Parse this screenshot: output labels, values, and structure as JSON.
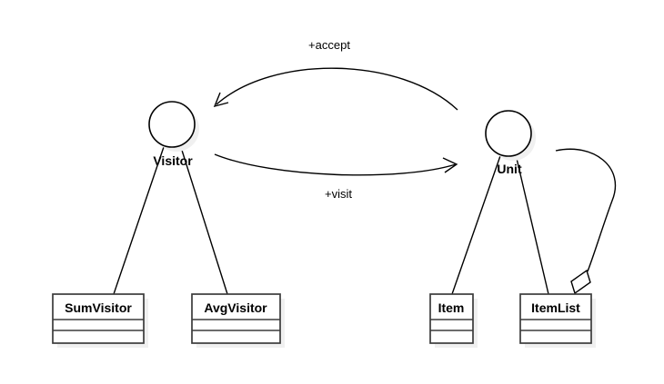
{
  "canvas": {
    "background": "#ffffff"
  },
  "colors": {
    "line_stroke": "#000000",
    "box_border": "#3b3b3b",
    "shadow": "#f0f0f0",
    "text": "#000000",
    "shape_fill": "#ffffff"
  },
  "nodes": {
    "visitor": {
      "label": "Visitor",
      "shape": "circle-interface"
    },
    "unit": {
      "label": "Unit",
      "shape": "circle-interface"
    },
    "sum_visitor": {
      "label": "SumVisitor",
      "shape": "class-box",
      "compartments": 3
    },
    "avg_visitor": {
      "label": "AvgVisitor",
      "shape": "class-box",
      "compartments": 3
    },
    "item": {
      "label": "Item",
      "shape": "class-box",
      "compartments": 3
    },
    "item_list": {
      "label": "ItemList",
      "shape": "class-box",
      "compartments": 3
    }
  },
  "edges": {
    "accept": {
      "label": "+accept",
      "from": "unit",
      "to": "visitor",
      "style": "curved-open-arrow"
    },
    "visit": {
      "label": "+visit",
      "from": "visitor",
      "to": "unit",
      "style": "curved-open-arrow"
    },
    "visitor_sumvisitor": {
      "label": "",
      "from": "visitor",
      "to": "sum_visitor",
      "style": "plain-line"
    },
    "visitor_avgvisitor": {
      "label": "",
      "from": "visitor",
      "to": "avg_visitor",
      "style": "plain-line"
    },
    "unit_item": {
      "label": "",
      "from": "unit",
      "to": "item",
      "style": "plain-line"
    },
    "unit_itemlist": {
      "label": "",
      "from": "unit",
      "to": "item_list",
      "style": "plain-line"
    },
    "itemlist_aggregates_unit": {
      "label": "",
      "from": "unit",
      "to": "item_list",
      "style": "curve-hollow-diamond"
    }
  }
}
